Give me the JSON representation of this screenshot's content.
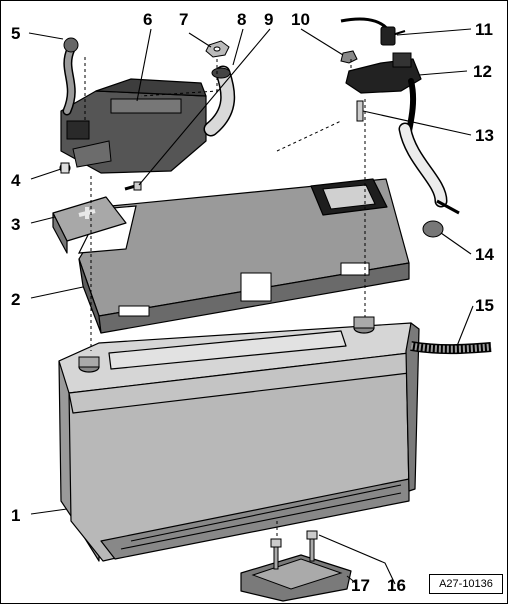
{
  "callouts": {
    "c1": "1",
    "c2": "2",
    "c3": "3",
    "c4": "4",
    "c5": "5",
    "c6": "6",
    "c7": "7",
    "c8": "8",
    "c9": "9",
    "c10": "10",
    "c11": "11",
    "c12": "12",
    "c13": "13",
    "c14": "14",
    "c15": "15",
    "c16": "16",
    "c17": "17"
  },
  "reference_code": "A27-10136",
  "colors": {
    "line": "#000000",
    "light_gray": "#c8c8c8",
    "mid_gray": "#9a9a9a",
    "dark_gray": "#555555",
    "black_part": "#1a1a1a"
  }
}
